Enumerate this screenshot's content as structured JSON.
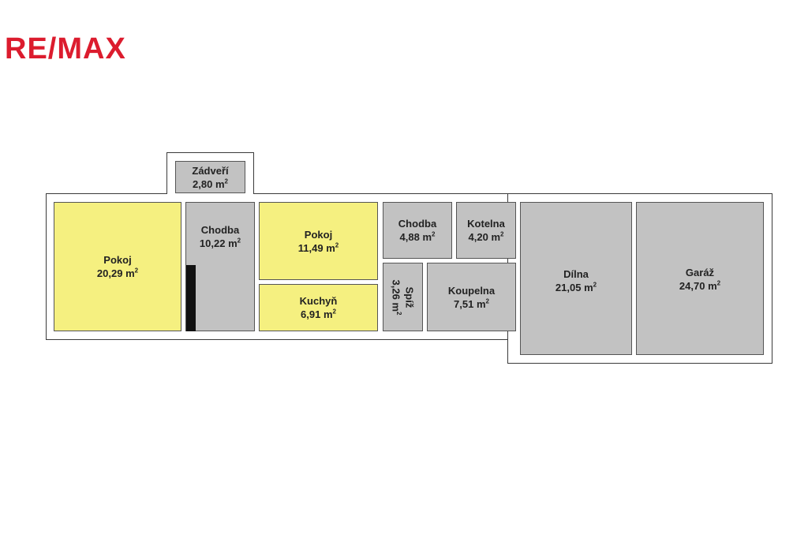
{
  "logo": {
    "part1": "RE",
    "part2": "/",
    "part3": "MAX"
  },
  "rooms": {
    "zadveri": {
      "name": "Zádveří",
      "area": "2,80 m",
      "unit_exp": "2"
    },
    "pokoj_big": {
      "name": "Pokoj",
      "area": "20,29 m",
      "unit_exp": "2"
    },
    "chodba1": {
      "name": "Chodba",
      "area": "10,22 m",
      "unit_exp": "2"
    },
    "pokoj_small": {
      "name": "Pokoj",
      "area": "11,49 m",
      "unit_exp": "2"
    },
    "kuchyn": {
      "name": "Kuchyň",
      "area": "6,91 m",
      "unit_exp": "2"
    },
    "chodba2": {
      "name": "Chodba",
      "area": "4,88 m",
      "unit_exp": "2"
    },
    "kotelna": {
      "name": "Kotelna",
      "area": "4,20 m",
      "unit_exp": "2"
    },
    "spiz": {
      "name": "Spíž",
      "area": "3,26 m",
      "unit_exp": "2"
    },
    "koupelna": {
      "name": "Koupelna",
      "area": "7,51 m",
      "unit_exp": "2"
    },
    "dilna": {
      "name": "Dílna",
      "area": "21,05 m",
      "unit_exp": "2"
    },
    "garaz": {
      "name": "Garáž",
      "area": "24,70 m",
      "unit_exp": "2"
    }
  },
  "colors": {
    "brand_red": "#dc1c2e",
    "living_room_fill": "#f5f080",
    "utility_room_fill": "#c2c2c2",
    "wall_outline": "#3a3a3a"
  }
}
